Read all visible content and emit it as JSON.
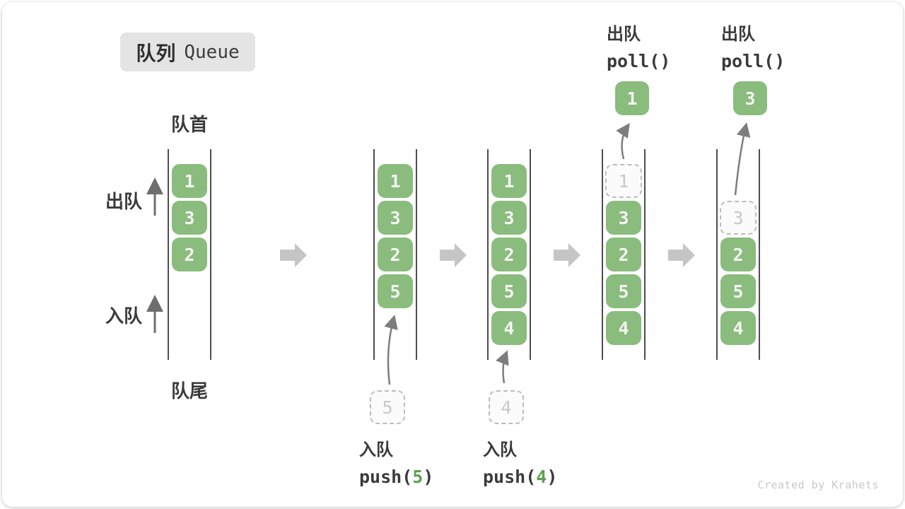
{
  "title": {
    "zh": "队列",
    "en": "Queue"
  },
  "side": {
    "front": "队首",
    "rear": "队尾",
    "dequeue": "出队",
    "enqueue": "入队"
  },
  "footer": "Created by Krahets",
  "colors": {
    "box_green": "#8abc7d",
    "accent_green": "#5da14d"
  },
  "states": [
    {
      "cells": [
        {
          "v": "1"
        },
        {
          "v": "3"
        },
        {
          "v": "2"
        }
      ]
    },
    {
      "cells": [
        {
          "v": "1"
        },
        {
          "v": "3"
        },
        {
          "v": "2"
        },
        {
          "v": "5"
        }
      ],
      "ghost_below": "5",
      "op": {
        "pos": "below",
        "zh": "入队",
        "code_pre": "push(",
        "arg": "5",
        "code_post": ")"
      }
    },
    {
      "cells": [
        {
          "v": "1"
        },
        {
          "v": "3"
        },
        {
          "v": "2"
        },
        {
          "v": "5"
        },
        {
          "v": "4"
        }
      ],
      "ghost_below": "4",
      "op": {
        "pos": "below",
        "zh": "入队",
        "code_pre": "push(",
        "arg": "4",
        "code_post": ")"
      }
    },
    {
      "cells": [
        {
          "v": "1",
          "ghost": true
        },
        {
          "v": "3"
        },
        {
          "v": "2"
        },
        {
          "v": "5"
        },
        {
          "v": "4"
        }
      ],
      "popped": "1",
      "op": {
        "pos": "above",
        "zh": "出队",
        "code": "poll()"
      }
    },
    {
      "start_slot": 1,
      "cells": [
        {
          "v": "3",
          "ghost": true
        },
        {
          "v": "2"
        },
        {
          "v": "5"
        },
        {
          "v": "4"
        }
      ],
      "popped": "3",
      "op": {
        "pos": "above",
        "zh": "出队",
        "code": "poll()"
      }
    }
  ]
}
